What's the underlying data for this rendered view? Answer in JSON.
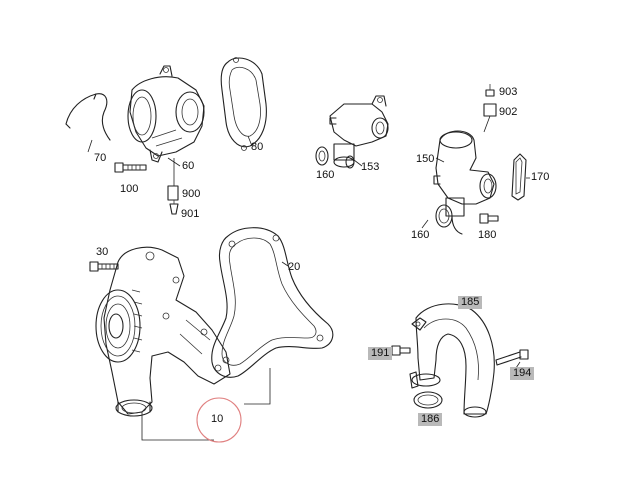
{
  "labels": {
    "p70": "70",
    "p60": "60",
    "p80": "80",
    "p100": "100",
    "p900": "900",
    "p901": "901",
    "p903": "903",
    "p902": "902",
    "p160a": "160",
    "p153": "153",
    "p150": "150",
    "p170": "170",
    "p160b": "160",
    "p180": "180",
    "p30": "30",
    "p20": "20",
    "p185": "185",
    "p191": "191",
    "p194": "194",
    "p186": "186",
    "p10": "10"
  },
  "colors": {
    "line": "#222222",
    "label_box": "#b9b9b9",
    "highlight_circle": "#e08080"
  }
}
